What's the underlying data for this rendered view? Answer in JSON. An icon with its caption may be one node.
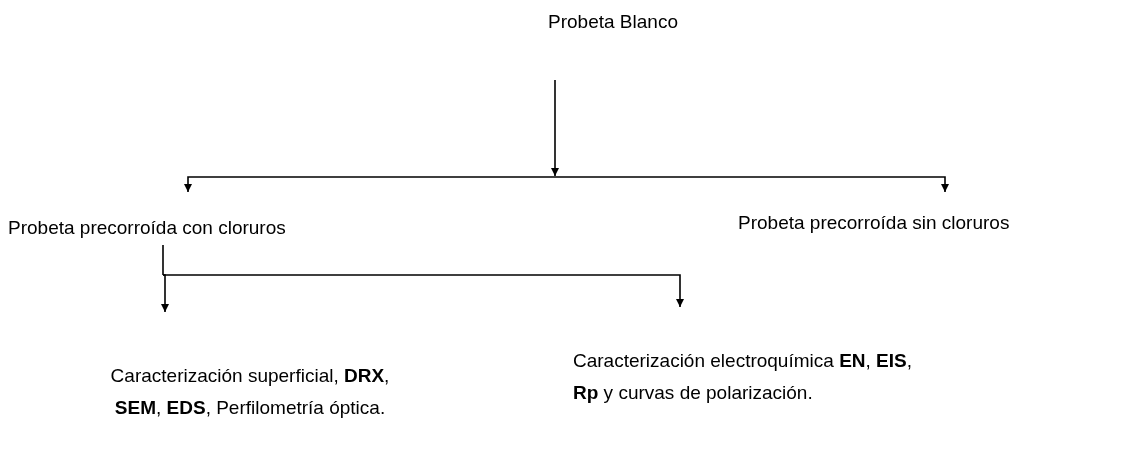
{
  "diagram": {
    "nodes": [
      {
        "text": [
          "Probeta Blanco"
        ]
      },
      {
        "text": [
          "Probeta precorroída con cloruros"
        ]
      },
      {
        "text": [
          "Probeta precorroída sin cloruros"
        ]
      },
      {
        "text": [
          "Caracterización superficial, **DRX**, **SEM**, **EDS**, Perfilometría óptica."
        ]
      },
      {
        "text": [
          "Caracterización electroquímica **EN**, **EIS**, **Rp** y curvas de polarización."
        ]
      }
    ],
    "edges": [
      {
        "from": 0,
        "to": 1,
        "arrow": "to"
      },
      {
        "from": 0,
        "to": 2,
        "arrow": "to"
      },
      {
        "from": 1,
        "to": 3,
        "arrow": "to"
      },
      {
        "from": 1,
        "to": 4,
        "arrow": "to"
      }
    ]
  }
}
